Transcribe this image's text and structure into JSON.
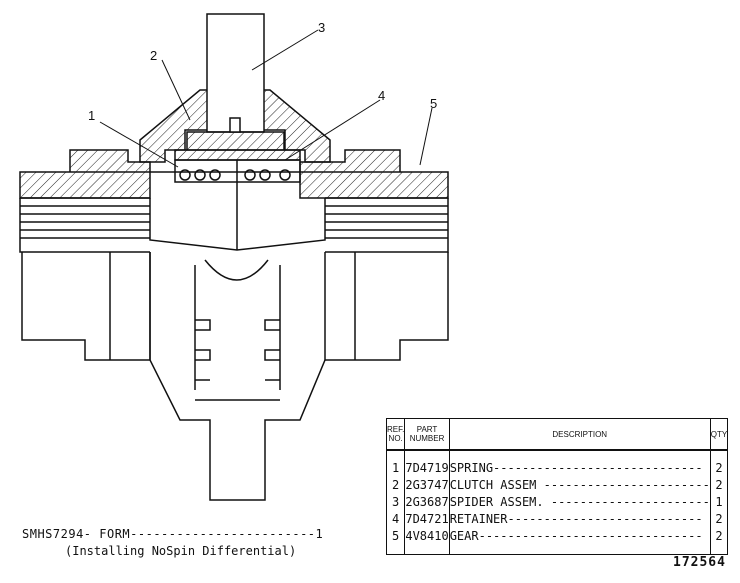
{
  "callouts": [
    "1",
    "2",
    "3",
    "4",
    "5"
  ],
  "table": {
    "headers": {
      "ref": [
        "REF.",
        "NO."
      ],
      "part": [
        "PART",
        "NUMBER"
      ],
      "desc": "DESCRIPTION",
      "qty": "QTY"
    },
    "rows": [
      {
        "ref": "1",
        "part": "7D4719",
        "desc": "SPRING-----------------------------",
        "qty": "2"
      },
      {
        "ref": "2",
        "part": "2G3747",
        "desc": "CLUTCH ASSEM -----------------------",
        "qty": "2"
      },
      {
        "ref": "3",
        "part": "2G3687",
        "desc": "SPIDER ASSEM. ----------------------",
        "qty": "1"
      },
      {
        "ref": "4",
        "part": "7D4721",
        "desc": "RETAINER---------------------------",
        "qty": "2"
      },
      {
        "ref": "5",
        "part": "4V8410",
        "desc": "GEAR-------------------------------",
        "qty": "2"
      }
    ]
  },
  "form_line": "SMHS7294- FORM------------------------1",
  "form_subtitle": "(Installing NoSpin Differential)",
  "figure_number": "172564"
}
